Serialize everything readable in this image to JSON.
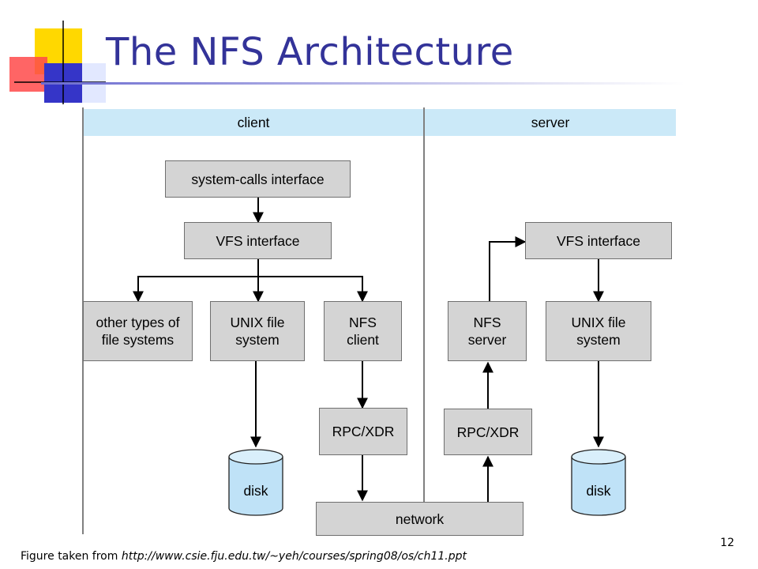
{
  "slide": {
    "title": "The NFS Architecture",
    "page_number": "12",
    "footer_prefix": "Figure taken from ",
    "footer_url": "http://www.csie.fju.edu.tw/~yeh/courses/spring08/os/ch11.ppt"
  },
  "diagram": {
    "client_label": "client",
    "server_label": "server",
    "client": {
      "system_calls": "system-calls interface",
      "vfs": "VFS interface",
      "other_fs": "other types of\nfile systems",
      "unix_fs": "UNIX file\nsystem",
      "nfs_client": "NFS\nclient",
      "rpc": "RPC/XDR",
      "disk": "disk"
    },
    "server": {
      "vfs": "VFS interface",
      "nfs_server": "NFS\nserver",
      "unix_fs": "UNIX file\nsystem",
      "rpc": "RPC/XDR",
      "disk": "disk"
    },
    "network": "network"
  },
  "colors": {
    "title": "#333399",
    "box_fill": "#d4d4d4",
    "band_fill": "#cbe9f8",
    "disk_fill": "#bfe2f7"
  }
}
